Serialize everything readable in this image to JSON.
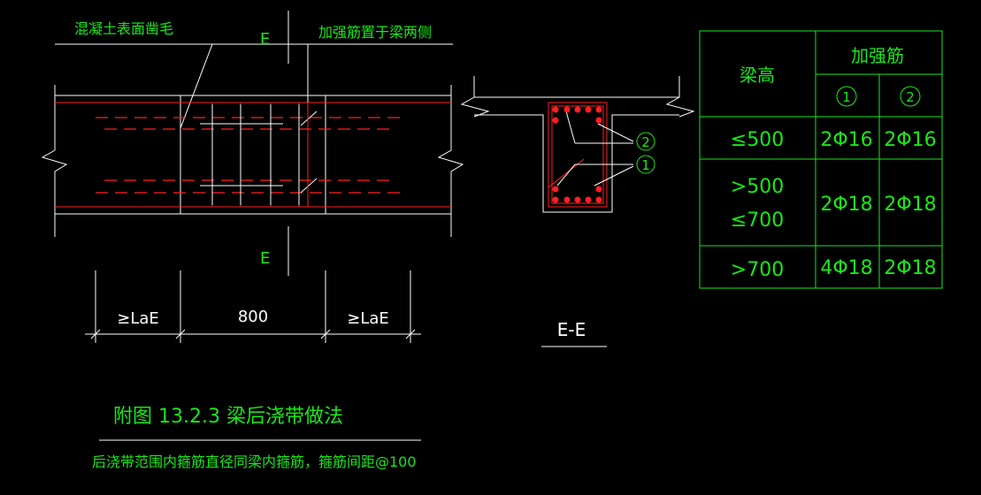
{
  "labels": {
    "concrete_surface": "混凝土表面凿毛",
    "reinforcement_side": "加强筋置于梁两侧",
    "section_mark_top": "E",
    "section_mark_bottom": "E",
    "section_title": "E-E",
    "circle_1": "1",
    "circle_2": "2"
  },
  "dimensions": {
    "left": "≥LaE",
    "middle": "800",
    "right": "≥LaE"
  },
  "figure": {
    "title": "附图 13.2.3    梁后浇带做法",
    "note": "后浇带范围内箍筋直径同梁内箍筋，箍筋间距@100"
  },
  "table": {
    "header_beam_height": "梁高",
    "header_reinforcement": "加强筋",
    "header_col1": "1",
    "header_col2": "2",
    "rows": [
      {
        "height": [
          "≤500"
        ],
        "col1": "2Φ16",
        "col2": "2Φ16"
      },
      {
        "height": [
          ">500",
          "≤700"
        ],
        "col1": "2Φ18",
        "col2": "2Φ18"
      },
      {
        "height": [
          ">700"
        ],
        "col1": "4Φ18",
        "col2": "2Φ18"
      }
    ]
  },
  "colors": {
    "background": "#000000",
    "lines": "#ffffff",
    "rebar": "#ff2020",
    "annotation": "#18e818"
  }
}
